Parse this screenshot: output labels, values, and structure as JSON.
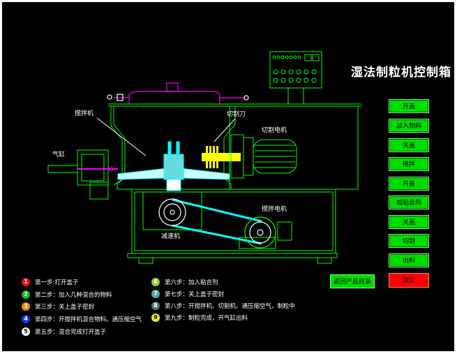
{
  "title": "湿法制粒机控制箱",
  "labels": {
    "stirrer": "搅拌机",
    "cutter_blade": "切割刀",
    "cutter_motor": "切割电机",
    "cylinder": "气缸",
    "stir_motor": "搅拌电机",
    "reducer": "减速机"
  },
  "buttons": [
    {
      "label": "开盖"
    },
    {
      "label": "加入物料"
    },
    {
      "label": "关盖"
    },
    {
      "label": "搅拌"
    },
    {
      "label": "开盖"
    },
    {
      "label": "加粘合剂"
    },
    {
      "label": "关盖"
    },
    {
      "label": "切割"
    },
    {
      "label": "出料"
    }
  ],
  "return_button": "返回产品目录",
  "reset_button": "复位",
  "steps_left": [
    {
      "num": "1",
      "color": "#ee1111",
      "text": "第一步:打开盖子"
    },
    {
      "num": "2",
      "color": "#11bb11",
      "text": "第二步：加入几种混合的物料"
    },
    {
      "num": "3",
      "color": "#ee8800",
      "text": "第三步：关上盖子密封"
    },
    {
      "num": "4",
      "color": "#1133ee",
      "text": "第四步：开搅拌机混合物料。通压缩空气"
    },
    {
      "num": "5",
      "color": "#ffffff",
      "text": "第五步：混合完成打开盖子"
    }
  ],
  "steps_right": [
    {
      "num": "6",
      "color": "#99cc33",
      "text": "第六步：加入粘合剂"
    },
    {
      "num": "7",
      "color": "#55aaaa",
      "text": "第七步：关上盖子密封"
    },
    {
      "num": "8",
      "color": "#557777",
      "text": "第八步：开搅拌机、切割机、通压缩空气，制粒中"
    },
    {
      "num": "9",
      "color": "#eeee11",
      "text": "第九步：制粒完成，开气缸出料"
    }
  ],
  "colors": {
    "machine_outline": "#00ff00",
    "lid": "#ff00ff",
    "impeller": "#00ffff",
    "cutter": "#ffff00",
    "button_green": "#00dd00",
    "button_red": "#ff0000"
  }
}
